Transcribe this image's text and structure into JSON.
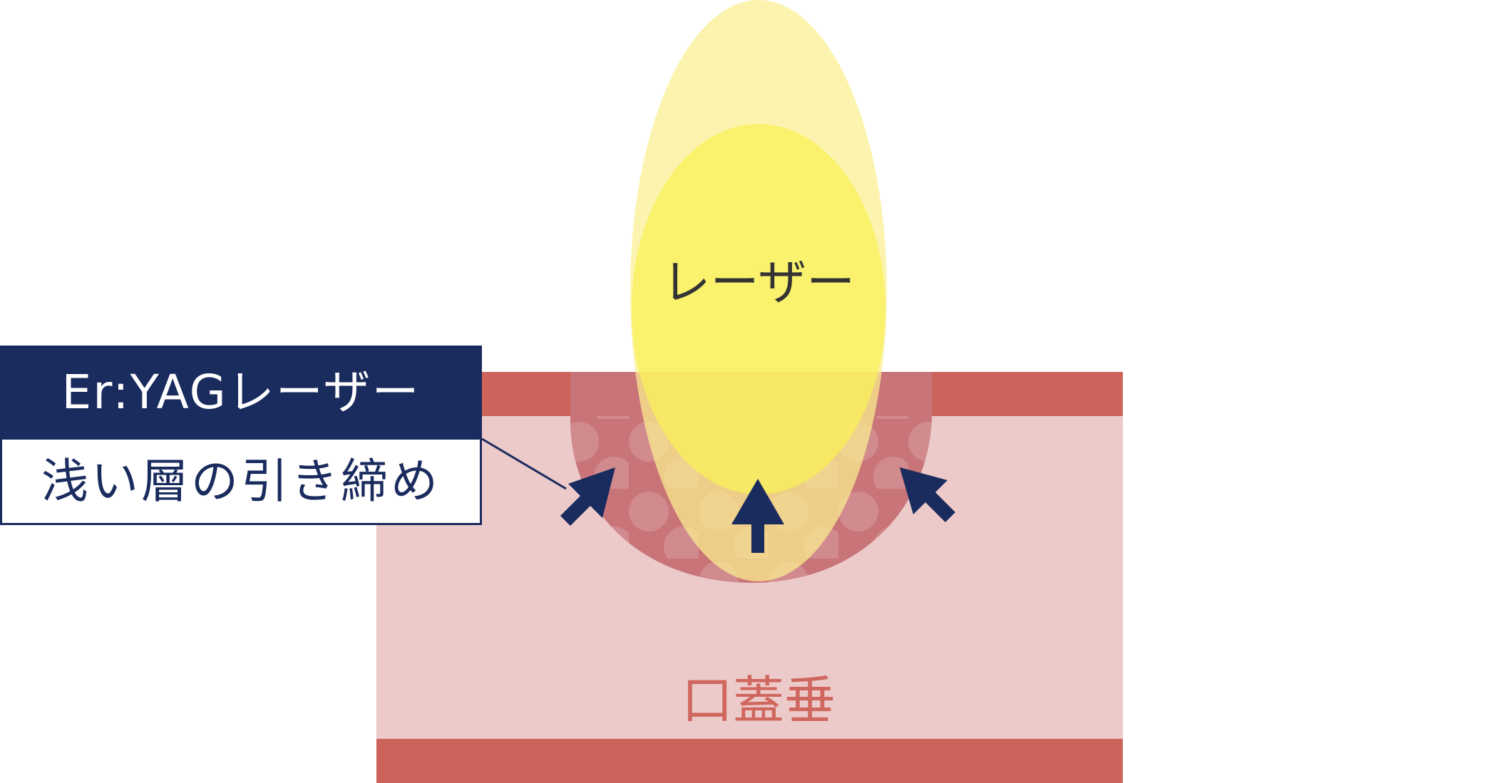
{
  "laser_label": "レーザー",
  "tissue_label": "口蓋垂",
  "callout": {
    "title": "Er:YAGレーザー",
    "subtitle": "浅い層の引き締め"
  },
  "colors": {
    "tissue_band": "#cd645b",
    "tissue_body": "#edcaca",
    "treated_zone": "#c87478",
    "laser_outer": "#fbf08f",
    "laser_inner": "#f9f05a",
    "navy": "#1a2b5e",
    "tissue_text": "#d0675e",
    "laser_text": "#333333"
  },
  "icons": [
    "arrow-up-left-icon",
    "arrow-up-icon",
    "arrow-up-right-icon"
  ]
}
